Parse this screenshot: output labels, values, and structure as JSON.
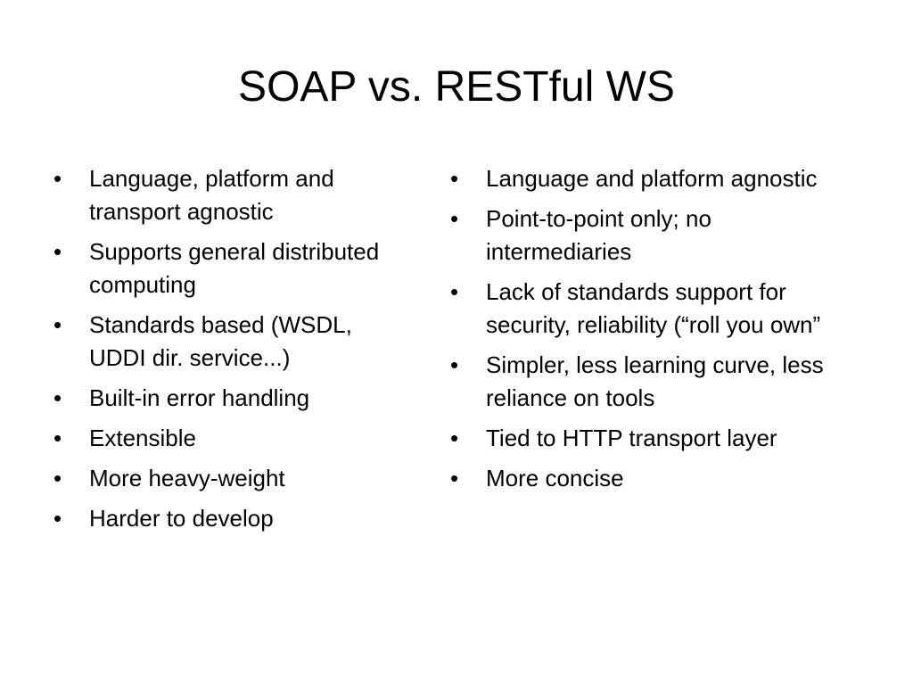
{
  "slide": {
    "title": "SOAP vs. RESTful WS",
    "bullet_glyph": "•",
    "left_column": [
      "Language, platform and transport agnostic",
      "Supports general distributed computing",
      "Standards based (WSDL, UDDI dir. service...)",
      "Built-in error handling",
      "Extensible",
      "More heavy-weight",
      "Harder to develop"
    ],
    "right_column": [
      "Language and platform agnostic",
      "Point-to-point only; no intermediaries",
      "Lack of standards support for security, reliability (“roll you own”",
      "Simpler, less learning curve, less reliance on tools",
      "Tied to HTTP transport layer",
      "More concise"
    ]
  }
}
